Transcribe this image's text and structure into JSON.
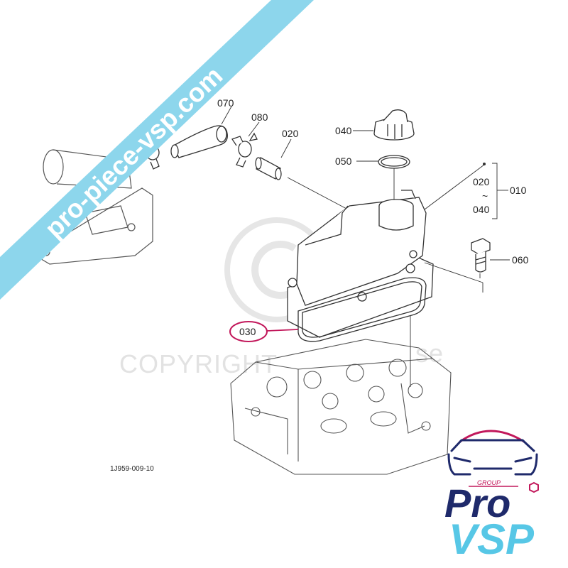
{
  "callouts": {
    "p070": "070",
    "p080": "080",
    "p020_hose": "020",
    "p040": "040",
    "p050": "050",
    "p020_range": "020",
    "p040_range": "040",
    "p010": "010",
    "p060": "060",
    "p030": "030",
    "tilde": "~"
  },
  "reference_code": "1J959-009-10",
  "watermark": {
    "copyright_text": "COPYRIGHT",
    "trailing_text": "se"
  },
  "banner": {
    "text": "pro-piece-vsp.com",
    "color": "#8dd6ec"
  },
  "logo": {
    "group_label": "GROUP",
    "brand_top": "Pro",
    "brand_bottom": "VSP",
    "navy": "#1f2a6b",
    "cyan": "#57c7e6",
    "magenta": "#c2185b"
  },
  "highlight_color": "#c2185b"
}
